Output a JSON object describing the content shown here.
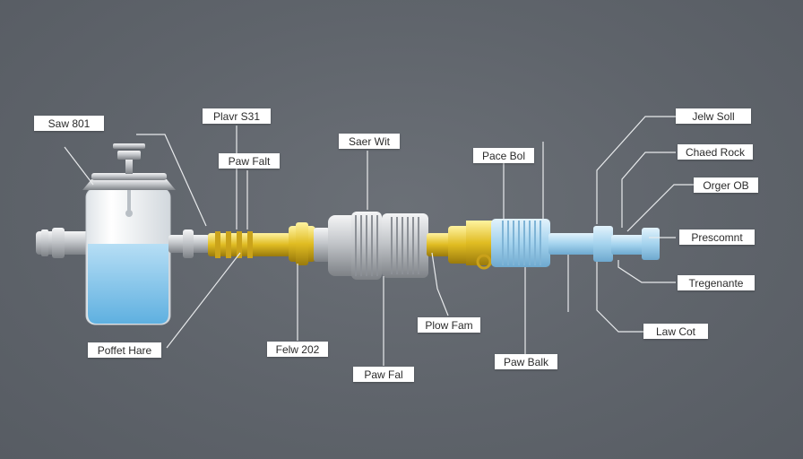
{
  "labels": {
    "saw_801": "Saw 801",
    "plavr_s31": "Plavr S31",
    "paw_falt": "Paw Falt",
    "saer_wit": "Saer Wit",
    "pace_bol": "Pace Bol",
    "jelw_soll": "Jelw Soll",
    "chaed_rock": "Chaed Rock",
    "orger_ob": "Orger OB",
    "prescomnt": "Prescomnt",
    "tregenante": "Tregenante",
    "law_cot": "Law Cot",
    "paw_balk": "Paw Balk",
    "plow_fam": "Plow Fam",
    "paw_fal": "Paw Fal",
    "felw_202": "Felw 202",
    "poffet_hare": "Poffet Hare"
  },
  "colors": {
    "background": "#5f646b",
    "reservoir_water": "#7fc2ea",
    "brass": "#e2c12a",
    "silver": "#c9ccd0",
    "light_blue_pipe": "#a9d6ef",
    "leader_line": "#e8eaec"
  }
}
